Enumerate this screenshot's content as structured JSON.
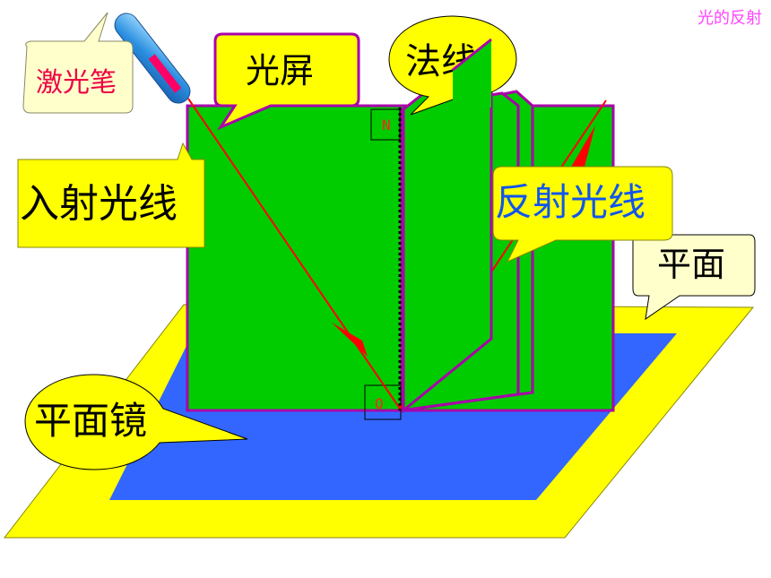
{
  "header": {
    "title": "光的反射"
  },
  "labels": {
    "laser_pen": "激光笔",
    "light_screen": "光屏",
    "normal": "法线",
    "incident_ray": "入射光线",
    "reflected_ray": "反射光线",
    "plane": "平面",
    "plane_mirror": "平面镜",
    "point_n": "N",
    "point_o": "O"
  },
  "colors": {
    "title": "#ff44ff",
    "screen_green": "#00cc00",
    "screen_border": "#aa00aa",
    "mirror_blue": "#3366ff",
    "frame_yellow": "#ffff00",
    "ray_red": "#ff0000",
    "callout_beige": "#ffffcc",
    "callout_yellow": "#ffff00",
    "laser_text": "#ee0044",
    "reflected_text": "#1155ee"
  }
}
